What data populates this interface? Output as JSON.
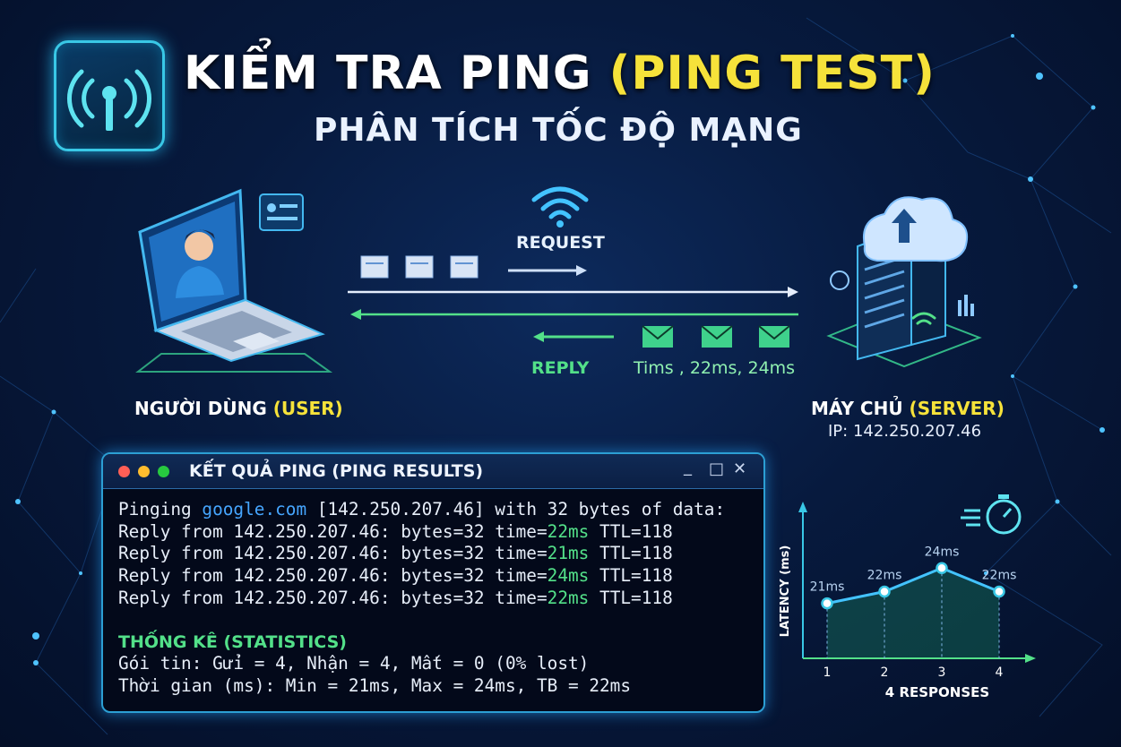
{
  "header": {
    "title_main": "KIỂM TRA PING",
    "title_highlight": "(PING TEST)",
    "subtitle": "PHÂN TÍCH TỐC ĐỘ MẠNG"
  },
  "flow": {
    "request_label": "REQUEST",
    "reply_label": "REPLY",
    "reply_times": "Tims , 22ms, 24ms"
  },
  "user": {
    "caption_main": "NGƯỜI DÙNG",
    "caption_highlight": "(USER)"
  },
  "server": {
    "caption_main": "MÁY CHỦ",
    "caption_highlight": "(SERVER)",
    "ip": "IP: 142.250.207.46"
  },
  "terminal": {
    "title": "KẾT QUẢ PING (PING RESULTS)",
    "controls": [
      "_",
      "□",
      "✕"
    ],
    "ping_prefix": "Pinging ",
    "host": "google.com",
    "ping_suffix": " [142.250.207.46] with 32 bytes of data:",
    "replies": [
      {
        "prefix": "Reply from 142.250.207.46: bytes=32 time=",
        "time": "22ms",
        "suffix": " TTL=118"
      },
      {
        "prefix": "Reply from 142.250.207.46: bytes=32 time=",
        "time": "21ms",
        "suffix": " TTL=118"
      },
      {
        "prefix": "Reply from 142.250.207.46: bytes=32 time=",
        "time": "24ms",
        "suffix": " TTL=118"
      },
      {
        "prefix": "Reply from 142.250.207.46: bytes=32 time=",
        "time": "22ms",
        "suffix": " TTL=118"
      }
    ],
    "stats_heading": "THỐNG KÊ (STATISTICS)",
    "packets_line": "Gói tin: Gửi = 4, Nhận = 4, Mất = 0 (0% lost)",
    "time_line": "Thời gian (ms): Min = 21ms, Max = 24ms, TB = 22ms"
  },
  "colors": {
    "accent_cyan": "#39c8e6",
    "highlight_yellow": "#f6e23a",
    "reply_green": "#53e089",
    "background": "#071a3e"
  },
  "icons": [
    "wifi-signal-icon",
    "wifi-icon",
    "laptop-user-icon",
    "server-cloud-icon",
    "stopwatch-icon",
    "email-envelope-icon",
    "document-packet-icon"
  ],
  "chart_data": {
    "type": "line",
    "x": [
      1,
      2,
      3,
      4
    ],
    "values": [
      21,
      22,
      24,
      22
    ],
    "point_labels": [
      "21ms",
      "22ms",
      "24ms",
      "22ms"
    ],
    "xlabel": "4 RESPONSES",
    "ylabel": "LATENCY (ms)",
    "ylim": [
      18,
      26
    ],
    "grid": false
  }
}
